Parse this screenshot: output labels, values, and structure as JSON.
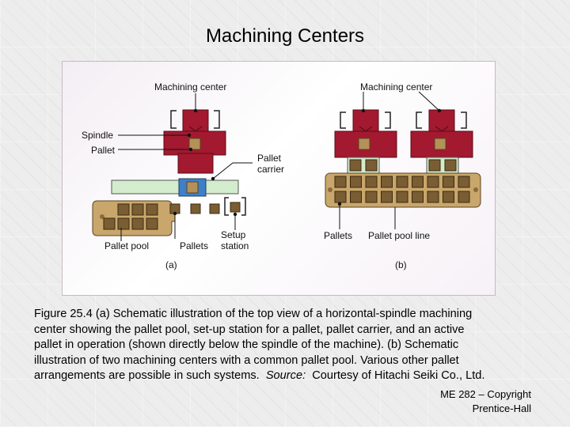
{
  "slide": {
    "title": "Machining Centers"
  },
  "figure": {
    "left": {
      "top_label": "Machining center",
      "spindle_label": "Spindle",
      "pallet_label": "Pallet",
      "carrier_label_1": "Pallet",
      "carrier_label_2": "carrier",
      "pool_label": "Pallet pool",
      "pallets_label": "Pallets",
      "setup_label_1": "Setup",
      "setup_label_2": "station",
      "panel_letter": "(a)"
    },
    "right": {
      "top_label": "Machining center",
      "pallets_label": "Pallets",
      "pool_line_label": "Pallet pool line",
      "panel_letter": "(b)"
    }
  },
  "caption": {
    "line1": "Figure 25.4  (a)  Schematic illustration of the top view of a horizontal-spindle machining",
    "line2": "center showing the pallet pool, set-up station for a pallet, pallet carrier, and an active",
    "line3": "pallet in operation (shown directly below the spindle of the machine).  (b)  Schematic",
    "line4": "illustration of two machining centers with a common pallet pool.  Various other pallet",
    "line5a": "arrangements are possible in such systems.  ",
    "line5_source": "Source:",
    "line5b": "  Courtesy of Hitachi Seiki Co., Ltd."
  },
  "footer": {
    "line1": "ME 282 – Copyright",
    "line2": "Prentice-Hall"
  },
  "colors": {
    "machine_red": "#a3192f",
    "pallet_tan": "#b39158",
    "pallet_dark": "#7a5d33",
    "pool_tan": "#c9a66b",
    "rail_green": "#d2eccd",
    "carrier_blue": "#3f7fc8"
  }
}
